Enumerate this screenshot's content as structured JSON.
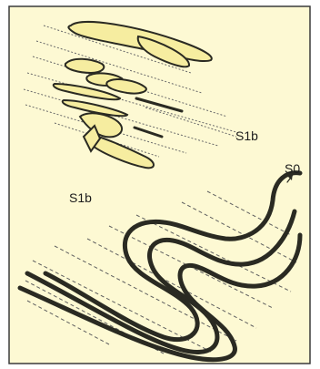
{
  "figure": {
    "background": "#ffffff",
    "panel_fill": "#fdf9d3",
    "panel_border": "#3a3a3a",
    "lens_fill": "#f6eda0",
    "line_color": "#2a2a22"
  },
  "labels": {
    "cleavage_upper": "S1b",
    "cleavage_lower": "S1b",
    "bedding": "S0"
  }
}
